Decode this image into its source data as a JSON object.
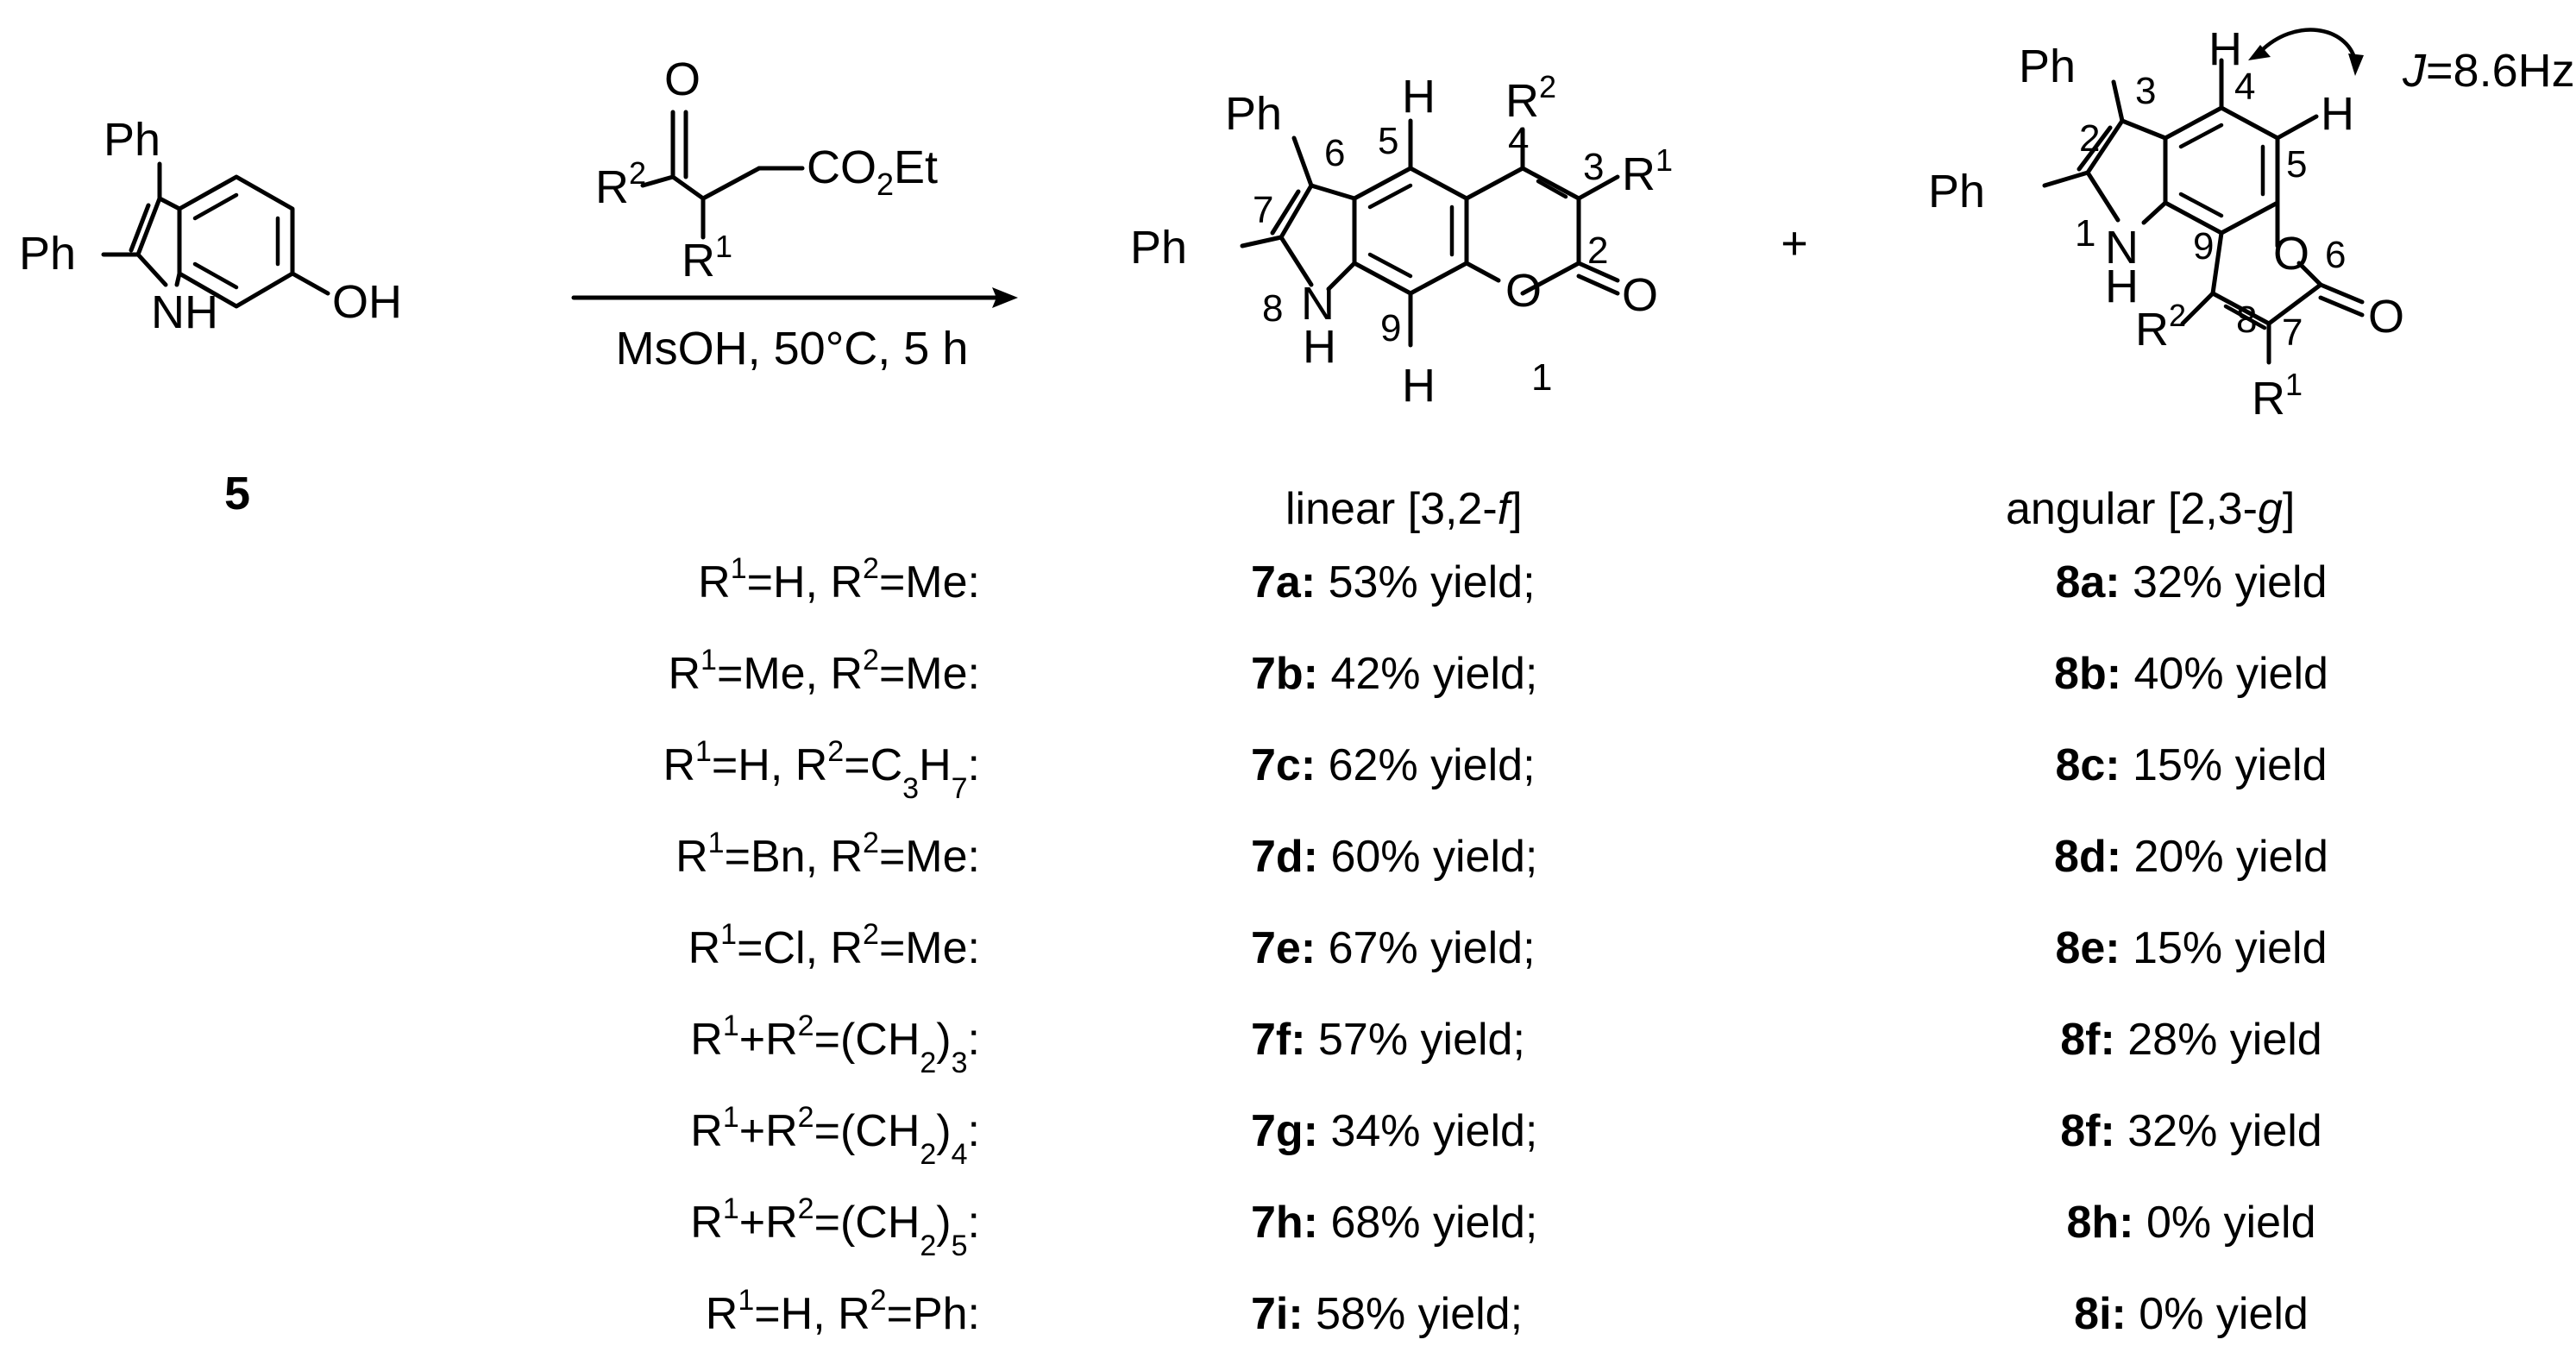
{
  "scheme": {
    "reagent_conditions": "MsOH, 50°C, 5 h",
    "plus_sign": "+",
    "coupling_annotation": {
      "italic": "J",
      "value": "=8.6Hz"
    },
    "starting_material": {
      "label": "5",
      "substituents": [
        "Ph",
        "Ph",
        "NH",
        "OH"
      ]
    },
    "reagent": {
      "groups": [
        "O",
        "R",
        "2",
        "CO",
        "2",
        "Et",
        "R",
        "1"
      ]
    },
    "linear_product": {
      "caption_prefix": "linear [3,2-",
      "caption_italic": "f",
      "caption_suffix": "]",
      "atom_locants": [
        "1",
        "2",
        "3",
        "4",
        "5",
        "6",
        "7",
        "8",
        "9"
      ]
    },
    "angular_product": {
      "caption_prefix": "angular [2,3-",
      "caption_italic": "g",
      "caption_suffix": "]",
      "atom_locants": [
        "1",
        "2",
        "3",
        "4",
        "5",
        "6",
        "7",
        "8",
        "9"
      ]
    }
  },
  "results": [
    {
      "r1": "H",
      "r1_op": "=",
      "r2": "Me",
      "r2_sub": "",
      "join": ", ",
      "linear_id": "7a",
      "linear_yield": "53% yield;",
      "angular_id": "8a",
      "angular_yield": "32% yield"
    },
    {
      "r1": "Me",
      "r1_op": "=",
      "r2": "Me",
      "r2_sub": "",
      "join": ", ",
      "linear_id": "7b",
      "linear_yield": "42% yield;",
      "angular_id": "8b",
      "angular_yield": "40% yield"
    },
    {
      "r1": "H",
      "r1_op": "=",
      "r2": "C3H7",
      "r2_sub": "",
      "join": ", ",
      "linear_id": "7c",
      "linear_yield": "62% yield;",
      "angular_id": "8c",
      "angular_yield": "15% yield"
    },
    {
      "r1": "Bn",
      "r1_op": "=",
      "r2": "Me",
      "r2_sub": "",
      "join": ", ",
      "linear_id": "7d",
      "linear_yield": "60% yield;",
      "angular_id": "8d",
      "angular_yield": "20% yield"
    },
    {
      "r1": "Cl",
      "r1_op": "=",
      "r2": "Me",
      "r2_sub": "",
      "join": ", ",
      "linear_id": "7e",
      "linear_yield": "67% yield;",
      "angular_id": "8e",
      "angular_yield": "15% yield"
    },
    {
      "r1": "",
      "r1_op": "+",
      "r2": "(CH2)3",
      "r2_sub": "",
      "join": "",
      "linear_id": "7f",
      "linear_yield": "57% yield;",
      "angular_id": "8f",
      "angular_yield": "28% yield"
    },
    {
      "r1": "",
      "r1_op": "+",
      "r2": "(CH2)4",
      "r2_sub": "",
      "join": "",
      "linear_id": "7g",
      "linear_yield": "34% yield;",
      "angular_id": "8f",
      "angular_yield": "32% yield"
    },
    {
      "r1": "",
      "r1_op": "+",
      "r2": "(CH2)5",
      "r2_sub": "",
      "join": "",
      "linear_id": "7h",
      "linear_yield": "68% yield;",
      "angular_id": "8h",
      "angular_yield": "0% yield"
    },
    {
      "r1": "H",
      "r1_op": "=",
      "r2": "Ph",
      "r2_sub": "",
      "join": ", ",
      "linear_id": "7i",
      "linear_yield": "58% yield;",
      "angular_id": "8i",
      "angular_yield": "0% yield"
    }
  ]
}
